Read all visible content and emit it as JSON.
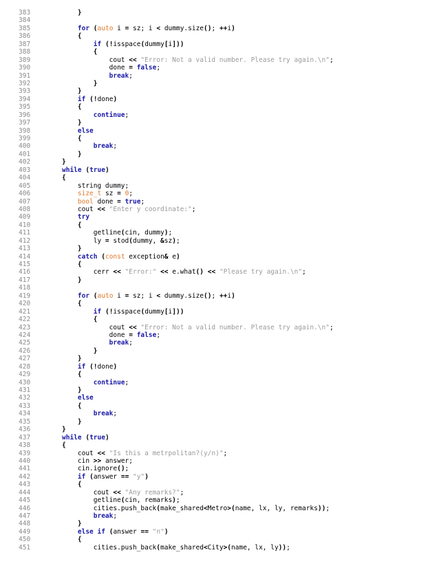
{
  "document": {
    "lines": [
      {
        "n": "383",
        "code": "    }"
      },
      {
        "n": "384",
        "code": ""
      },
      {
        "n": "385",
        "code": "    for (auto i = sz; i < dummy.size(); ++i)"
      },
      {
        "n": "386",
        "code": "    {"
      },
      {
        "n": "387",
        "code": "        if (!isspace(dummy[i]))"
      },
      {
        "n": "388",
        "code": "        {"
      },
      {
        "n": "389",
        "code": "            cout << \"Error: Not a valid number. Please try again.\\n\";"
      },
      {
        "n": "390",
        "code": "            done = false;"
      },
      {
        "n": "391",
        "code": "            break;"
      },
      {
        "n": "392",
        "code": "        }"
      },
      {
        "n": "393",
        "code": "    }"
      },
      {
        "n": "394",
        "code": "    if (!done)"
      },
      {
        "n": "395",
        "code": "    {"
      },
      {
        "n": "396",
        "code": "        continue;"
      },
      {
        "n": "397",
        "code": "    }"
      },
      {
        "n": "398",
        "code": "    else"
      },
      {
        "n": "399",
        "code": "    {"
      },
      {
        "n": "400",
        "code": "        break;"
      },
      {
        "n": "401",
        "code": "    }"
      },
      {
        "n": "402",
        "code": "}"
      },
      {
        "n": "403",
        "code": "while (true)"
      },
      {
        "n": "404",
        "code": "{"
      },
      {
        "n": "405",
        "code": "    string dummy;"
      },
      {
        "n": "406",
        "code": "    size_t sz = 0;"
      },
      {
        "n": "407",
        "code": "    bool done = true;"
      },
      {
        "n": "408",
        "code": "    cout << \"Enter y coordinate:\";"
      },
      {
        "n": "409",
        "code": "    try"
      },
      {
        "n": "410",
        "code": "    {"
      },
      {
        "n": "411",
        "code": "        getline(cin, dummy);"
      },
      {
        "n": "412",
        "code": "        ly = stod(dummy, &sz);"
      },
      {
        "n": "413",
        "code": "    }"
      },
      {
        "n": "414",
        "code": "    catch (const exception& e)"
      },
      {
        "n": "415",
        "code": "    {"
      },
      {
        "n": "416",
        "code": "        cerr << \"Error:\" << e.what() << \"Please try again.\\n\";"
      },
      {
        "n": "417",
        "code": "    }"
      },
      {
        "n": "418",
        "code": ""
      },
      {
        "n": "419",
        "code": "    for (auto i = sz; i < dummy.size(); ++i)"
      },
      {
        "n": "420",
        "code": "    {"
      },
      {
        "n": "421",
        "code": "        if (!isspace(dummy[i]))"
      },
      {
        "n": "422",
        "code": "        {"
      },
      {
        "n": "423",
        "code": "            cout << \"Error: Not a valid number. Please try again.\\n\";"
      },
      {
        "n": "424",
        "code": "            done = false;"
      },
      {
        "n": "425",
        "code": "            break;"
      },
      {
        "n": "426",
        "code": "        }"
      },
      {
        "n": "427",
        "code": "    }"
      },
      {
        "n": "428",
        "code": "    if (!done)"
      },
      {
        "n": "429",
        "code": "    {"
      },
      {
        "n": "430",
        "code": "        continue;"
      },
      {
        "n": "431",
        "code": "    }"
      },
      {
        "n": "432",
        "code": "    else"
      },
      {
        "n": "433",
        "code": "    {"
      },
      {
        "n": "434",
        "code": "        break;"
      },
      {
        "n": "435",
        "code": "    }"
      },
      {
        "n": "436",
        "code": "}"
      },
      {
        "n": "437",
        "code": "while (true)"
      },
      {
        "n": "438",
        "code": "{"
      },
      {
        "n": "439",
        "code": "    cout << \"Is this a metrpolitan?(y/n)\";"
      },
      {
        "n": "440",
        "code": "    cin >> answer;"
      },
      {
        "n": "441",
        "code": "    cin.ignore();"
      },
      {
        "n": "442",
        "code": "    if (answer == \"y\")"
      },
      {
        "n": "443",
        "code": "    {"
      },
      {
        "n": "444",
        "code": "        cout << \"Any remarks?\";"
      },
      {
        "n": "445",
        "code": "        getline(cin, remarks);"
      },
      {
        "n": "446",
        "code": "        cities.push_back(make_shared<Metro>(name, lx, ly, remarks));"
      },
      {
        "n": "447",
        "code": "        break;"
      },
      {
        "n": "448",
        "code": "    }"
      },
      {
        "n": "449",
        "code": "    else if (answer == \"n\")"
      },
      {
        "n": "450",
        "code": "    {"
      },
      {
        "n": "451",
        "code": "        cities.push_back(make_shared<City>(name, lx, ly));"
      }
    ]
  },
  "colors": {
    "keyword": "#1a1aa6",
    "type": "#e07a2a",
    "string": "#9a9a9a",
    "line_number": "#8a8a8a",
    "text": "#000000",
    "background": "#ffffff"
  }
}
